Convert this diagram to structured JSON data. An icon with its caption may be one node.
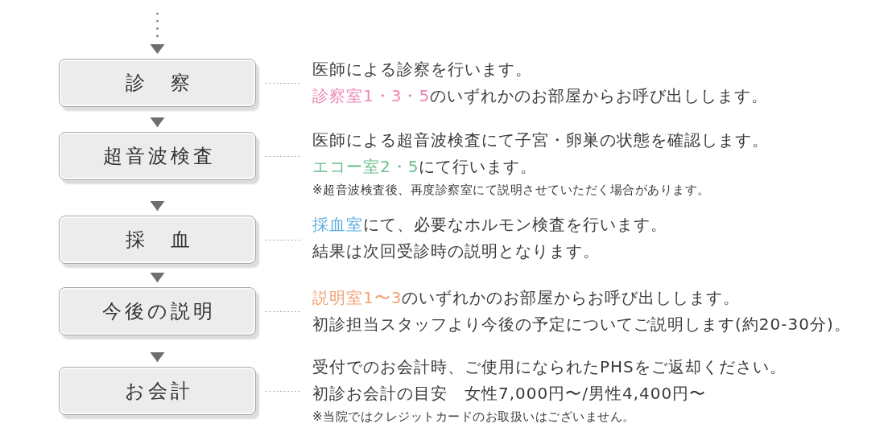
{
  "diagram": {
    "nodes": [
      {
        "text": [
          "診　察"
        ]
      },
      {
        "text": [
          "医師による診察を行います。",
          "**診察室1・3・5**のいずれかのお部屋からお呼び出しします。"
        ]
      },
      {
        "text": [
          "超音波検査"
        ]
      },
      {
        "text": [
          "医師による超音波検査にて子宮・卵巣の状態を確認します。",
          "**エコー室2・5**にて行います。",
          "※超音波検査後、再度診察室にて説明させていただく場合があります。"
        ]
      },
      {
        "text": [
          "採　血"
        ]
      },
      {
        "text": [
          "**採血室**にて、必要なホルモン検査を行います。",
          "結果は次回受診時の説明となります。"
        ]
      },
      {
        "text": [
          "今後の説明"
        ]
      },
      {
        "text": [
          "**説明室1〜3**のいずれかのお部屋からお呼び出しします。",
          "初診担当スタッフより今後の予定についてご説明します(約20-30分)。"
        ]
      },
      {
        "text": [
          "お会計"
        ]
      },
      {
        "text": [
          "受付でのお会計時、ご使用になられたPHSをご返却ください。",
          "初診お会計の目安　女性7,000円〜/男性4,400円〜",
          "※当院ではクレジットカードのお取扱いはございません。"
        ]
      }
    ],
    "edges": [
      {
        "from": null,
        "to": 0,
        "arrow": "to",
        "style": "dashed"
      },
      {
        "from": 0,
        "to": 2,
        "arrow": "to"
      },
      {
        "from": 2,
        "to": 4,
        "arrow": "to"
      },
      {
        "from": 4,
        "to": 6,
        "arrow": "to"
      },
      {
        "from": 6,
        "to": 8,
        "arrow": "to"
      },
      {
        "from": 0,
        "to": 1,
        "arrow": "none",
        "style": "dashed",
        "color": "#a8a8a8"
      },
      {
        "from": 2,
        "to": 3,
        "arrow": "none",
        "style": "dashed",
        "color": "#a8a8a8"
      },
      {
        "from": 4,
        "to": 5,
        "arrow": "none",
        "style": "dashed",
        "color": "#a8a8a8"
      },
      {
        "from": 6,
        "to": 7,
        "arrow": "none",
        "style": "dashed",
        "color": "#a8a8a8"
      },
      {
        "from": 8,
        "to": 9,
        "arrow": "none",
        "style": "dashed",
        "color": "#a8a8a8"
      }
    ]
  }
}
